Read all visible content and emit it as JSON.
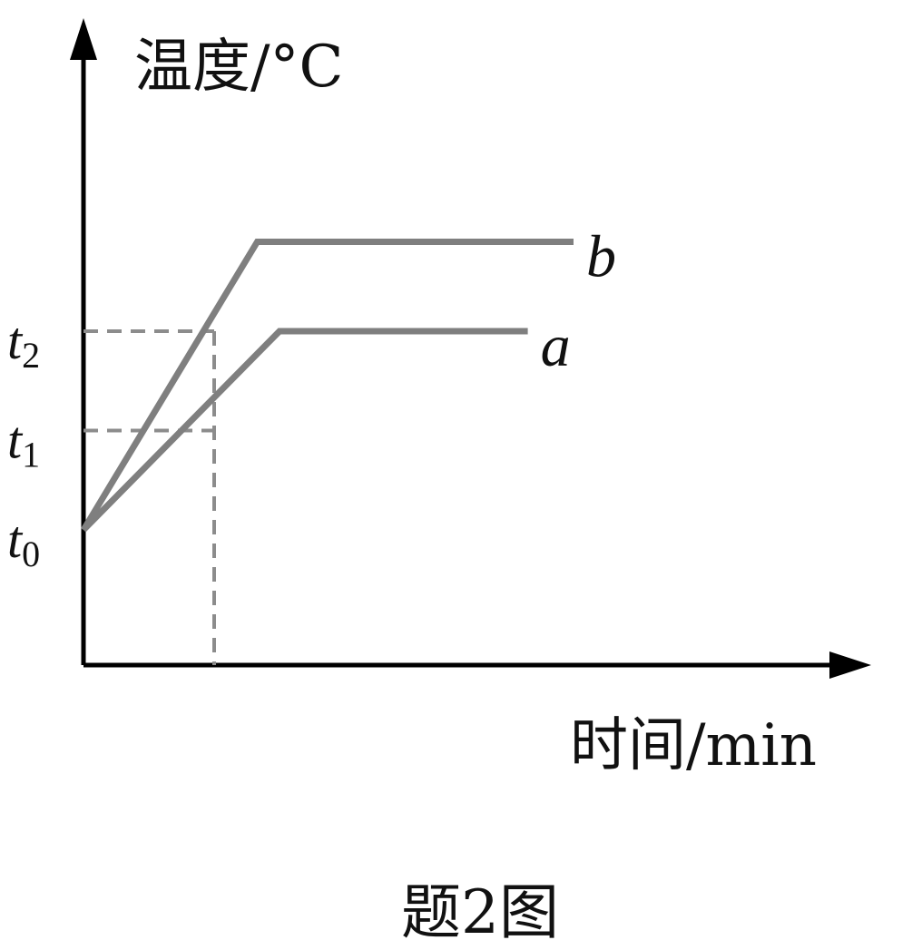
{
  "chart_data": {
    "type": "line",
    "ylabel": "温度/°C",
    "xlabel": "时间/min",
    "caption": "题2图",
    "y_ticks": [
      {
        "var": "t",
        "sub": "0",
        "value": 0
      },
      {
        "var": "t",
        "sub": "1",
        "value": 1
      },
      {
        "var": "t",
        "sub": "2",
        "value": 2
      }
    ],
    "series": [
      {
        "name": "a",
        "color": "#7f7f7f",
        "points": [
          [
            0,
            0
          ],
          [
            1.5,
            2.0
          ],
          [
            3.4,
            2.0
          ]
        ]
      },
      {
        "name": "b",
        "color": "#7f7f7f",
        "points": [
          [
            0,
            0
          ],
          [
            1.33,
            2.9
          ],
          [
            3.75,
            2.9
          ]
        ]
      }
    ],
    "reference_lines": {
      "color": "#8c8c8c",
      "style": "dashed",
      "horizontal": [
        1,
        2
      ],
      "vertical_x": 1.0
    },
    "xlim": [
      0,
      4.5
    ],
    "ylim": [
      -1.5,
      4.7
    ],
    "grid": false,
    "axis_color": "#000000"
  }
}
